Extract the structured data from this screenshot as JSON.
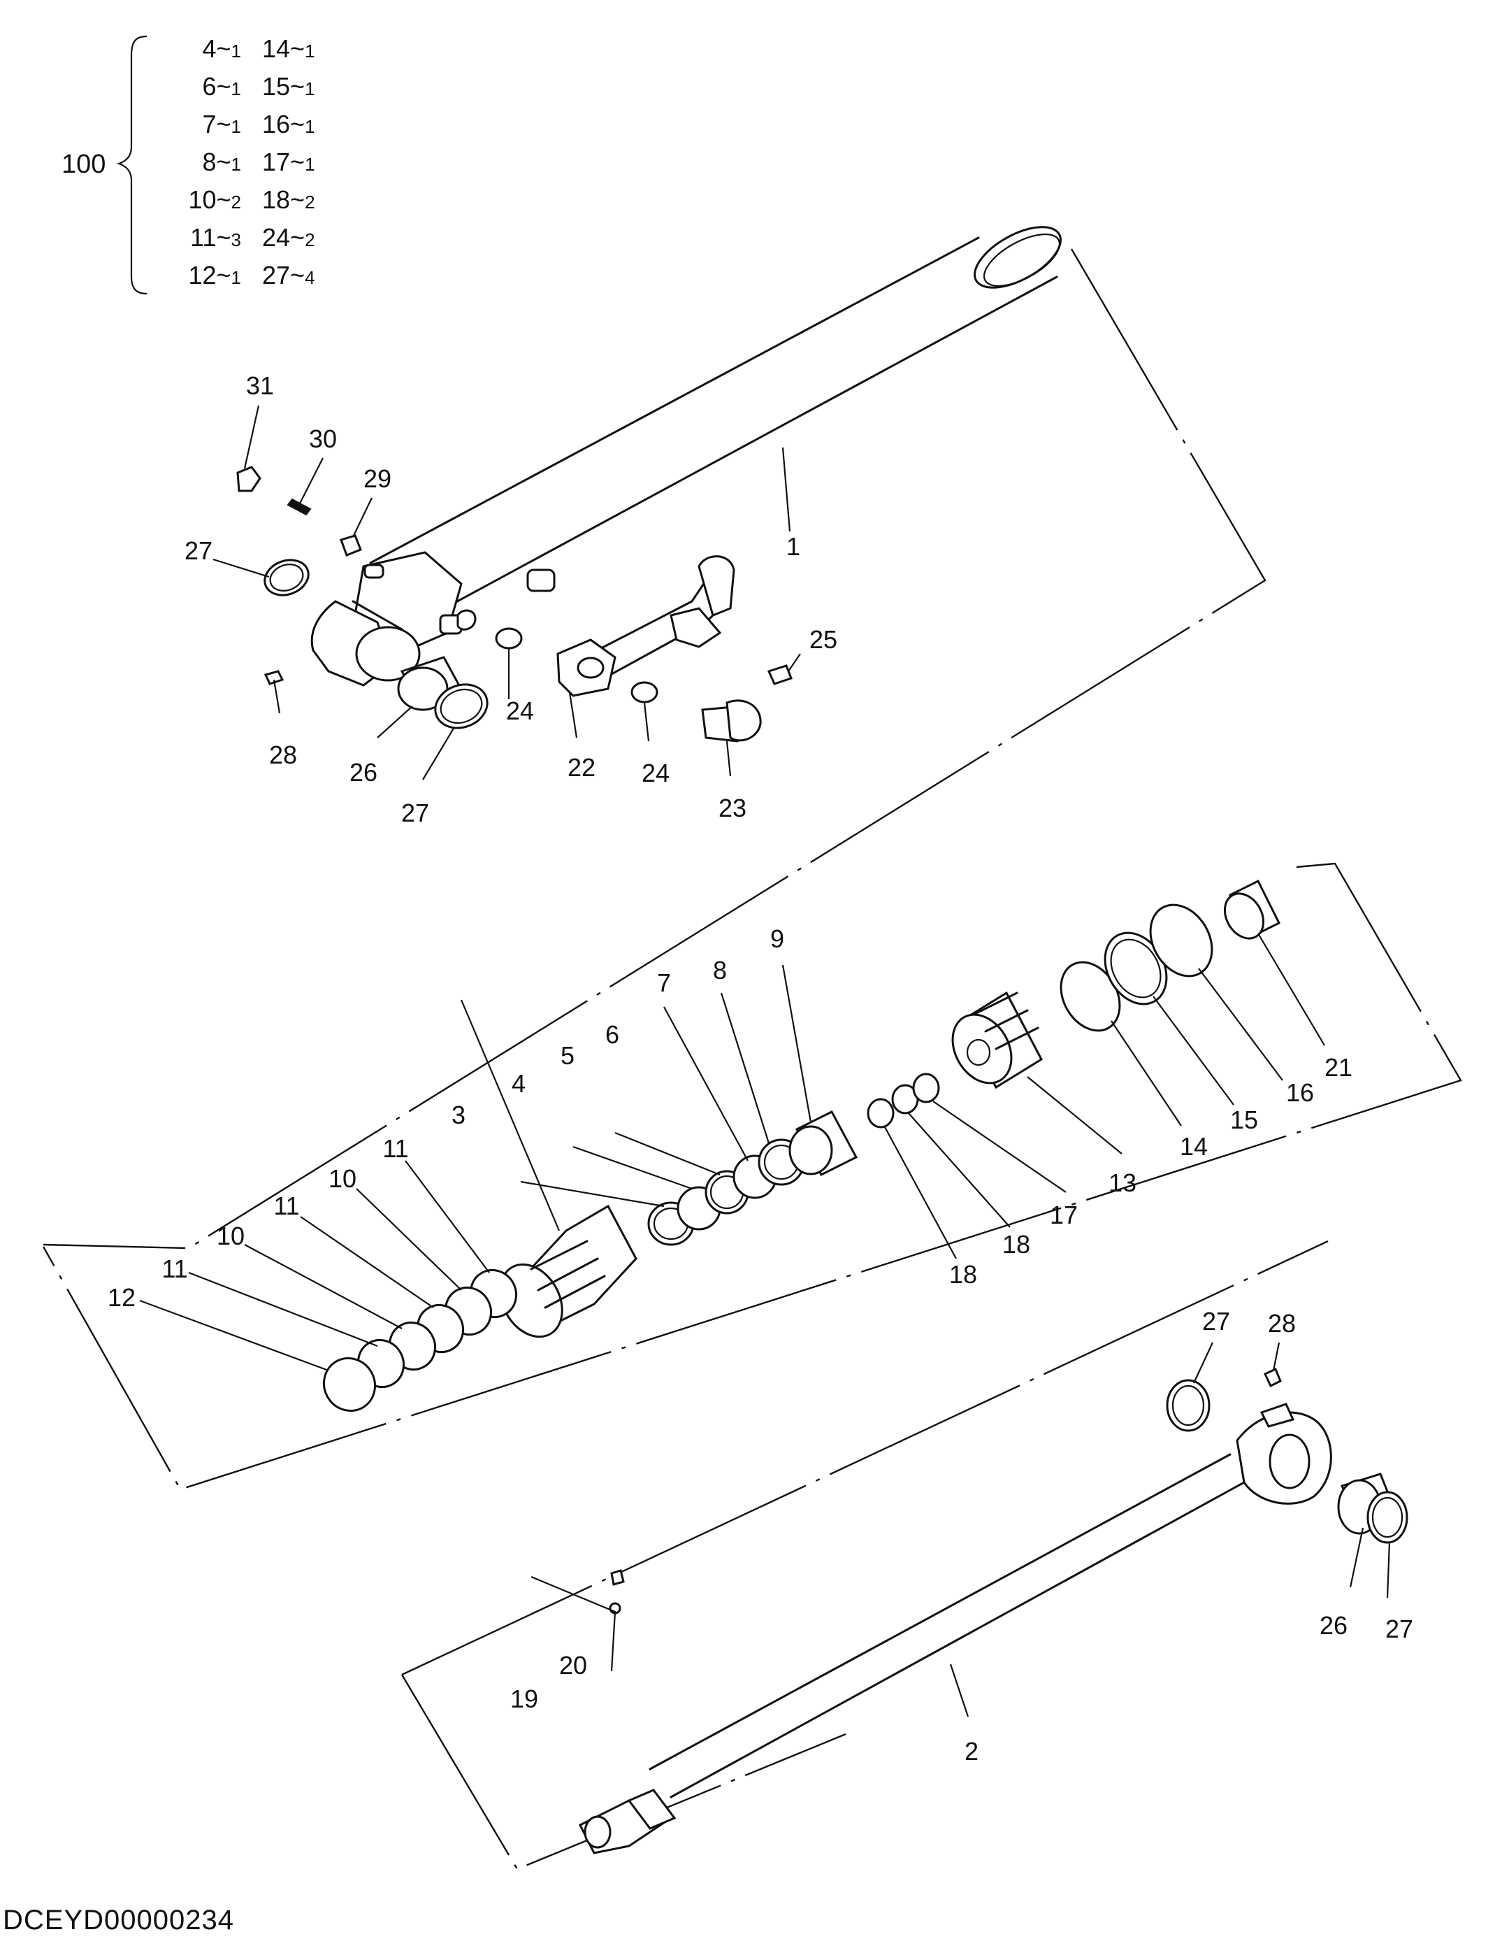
{
  "kit": {
    "number": "100",
    "rows": [
      {
        "left": "4",
        "left_qty": "1",
        "right": "14",
        "right_qty": "1"
      },
      {
        "left": "6",
        "left_qty": "1",
        "right": "15",
        "right_qty": "1"
      },
      {
        "left": "7",
        "left_qty": "1",
        "right": "16",
        "right_qty": "1"
      },
      {
        "left": "8",
        "left_qty": "1",
        "right": "17",
        "right_qty": "1"
      },
      {
        "left": "10",
        "left_qty": "2",
        "right": "18",
        "right_qty": "2"
      },
      {
        "left": "11",
        "left_qty": "3",
        "right": "24",
        "right_qty": "2"
      },
      {
        "left": "12",
        "left_qty": "1",
        "right": "27",
        "right_qty": "4"
      }
    ]
  },
  "callouts": {
    "p31": "31",
    "p30": "30",
    "p29": "29",
    "p27a": "27",
    "p1": "1",
    "p25": "25",
    "p28a": "28",
    "p24a": "24",
    "p26a": "26",
    "p27b": "27",
    "p22": "22",
    "p24b": "24",
    "p23": "23",
    "p9": "9",
    "p8": "8",
    "p7": "7",
    "p6": "6",
    "p5": "5",
    "p4": "4",
    "p3": "3",
    "p11a": "11",
    "p10a": "10",
    "p11b": "11",
    "p10b": "10",
    "p11c": "11",
    "p12": "12",
    "p21": "21",
    "p16": "16",
    "p15": "15",
    "p14": "14",
    "p13": "13",
    "p17": "17",
    "p18a": "18",
    "p18b": "18",
    "p27c": "27",
    "p28b": "28",
    "p26b": "26",
    "p27d": "27",
    "p20": "20",
    "p19": "19",
    "p2": "2"
  },
  "document_code": "DCEYD00000234"
}
